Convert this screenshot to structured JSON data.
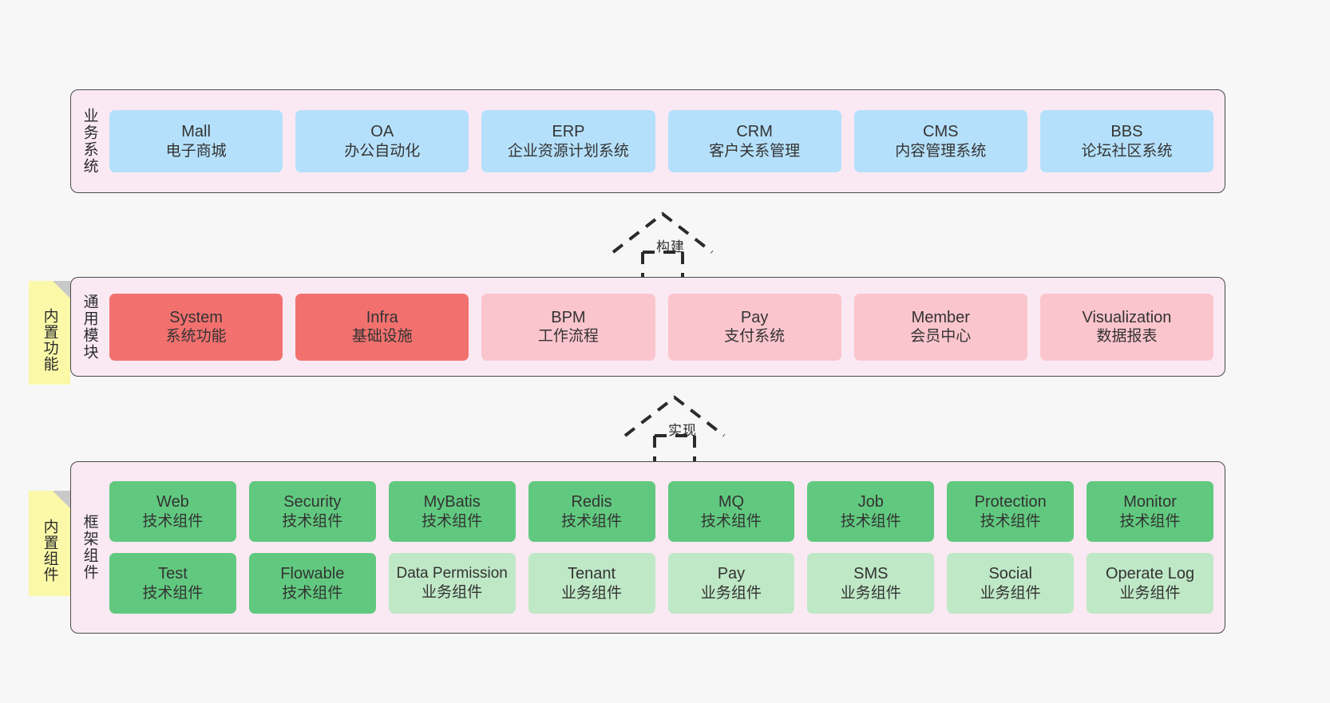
{
  "layers": [
    {
      "id": "business",
      "title": "业务系统",
      "note": null,
      "rows": [
        {
          "style": "blue",
          "cards": [
            {
              "t1": "Mall",
              "t2": "电子商城"
            },
            {
              "t1": "OA",
              "t2": "办公自动化"
            },
            {
              "t1": "ERP",
              "t2": "企业资源计划系统"
            },
            {
              "t1": "CRM",
              "t2": "客户关系管理"
            },
            {
              "t1": "CMS",
              "t2": "内容管理系统"
            },
            {
              "t1": "BBS",
              "t2": "论坛社区系统"
            }
          ]
        }
      ]
    },
    {
      "id": "common",
      "title": "通用模块",
      "note": "内置功能",
      "rows": [
        {
          "style": "mixed",
          "cards": [
            {
              "t1": "System",
              "t2": "系统功能",
              "style": "red"
            },
            {
              "t1": "Infra",
              "t2": "基础设施",
              "style": "red"
            },
            {
              "t1": "BPM",
              "t2": "工作流程",
              "style": "pink"
            },
            {
              "t1": "Pay",
              "t2": "支付系统",
              "style": "pink"
            },
            {
              "t1": "Member",
              "t2": "会员中心",
              "style": "pink"
            },
            {
              "t1": "Visualization",
              "t2": "数据报表",
              "style": "pink"
            }
          ]
        }
      ]
    },
    {
      "id": "framework",
      "title": "框架组件",
      "note": "内置组件",
      "rows": [
        {
          "style": "green",
          "cards": [
            {
              "t1": "Web",
              "t2": "技术组件"
            },
            {
              "t1": "Security",
              "t2": "技术组件"
            },
            {
              "t1": "MyBatis",
              "t2": "技术组件"
            },
            {
              "t1": "Redis",
              "t2": "技术组件"
            },
            {
              "t1": "MQ",
              "t2": "技术组件"
            },
            {
              "t1": "Job",
              "t2": "技术组件"
            },
            {
              "t1": "Protection",
              "t2": "技术组件"
            },
            {
              "t1": "Monitor",
              "t2": "技术组件"
            }
          ]
        },
        {
          "style": "row2",
          "cards": [
            {
              "t1": "Test",
              "t2": "技术组件",
              "style": "green"
            },
            {
              "t1": "Flowable",
              "t2": "技术组件",
              "style": "green"
            },
            {
              "t1": "Data Permission",
              "t2": "业务组件",
              "style": "lgreen"
            },
            {
              "t1": "Tenant",
              "t2": "业务组件",
              "style": "lgreen"
            },
            {
              "t1": "Pay",
              "t2": "业务组件",
              "style": "lgreen"
            },
            {
              "t1": "SMS",
              "t2": "业务组件",
              "style": "lgreen"
            },
            {
              "t1": "Social",
              "t2": "业务组件",
              "style": "lgreen"
            },
            {
              "t1": "Operate Log",
              "t2": "业务组件",
              "style": "lgreen"
            }
          ]
        }
      ]
    }
  ],
  "arrows": [
    {
      "id": "build",
      "label": "构建"
    },
    {
      "id": "implement",
      "label": "实现"
    }
  ],
  "colors": {
    "background": "#f7f7f7",
    "panel": "#fae9f3",
    "panel_border": "#4a4a4a",
    "blue": "#b5e0fb",
    "red": "#f2716f",
    "pink": "#fbc5cd",
    "green": "#61c97f",
    "light_green": "#bfe8c6",
    "note": "#fbf8a8",
    "note_fold": "#c9c9c9",
    "text": "#333333"
  }
}
